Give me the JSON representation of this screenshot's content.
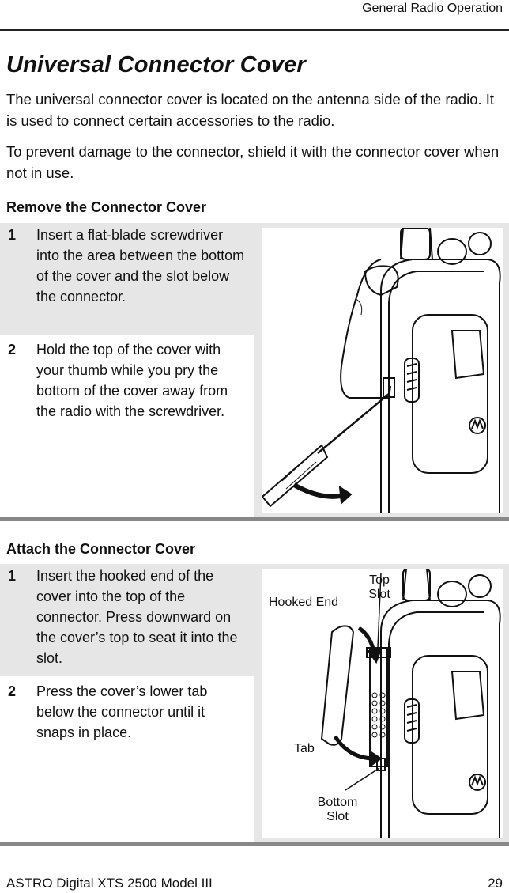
{
  "header": {
    "section_title": "General Radio Operation"
  },
  "page": {
    "heading": "Universal Connector Cover",
    "intro_paragraphs": [
      "The universal connector cover is located on the antenna side of the radio. It is used to connect certain accessories to the radio.",
      "To prevent damage to the connector, shield it with the connector cover when not in use."
    ]
  },
  "remove": {
    "heading": "Remove the Connector Cover",
    "steps": [
      {
        "num": "1",
        "text": "Insert a flat-blade screwdriver into the area between the bottom of the cover and the slot below the connector."
      },
      {
        "num": "2",
        "text": "Hold the top of the cover with your thumb while you  pry the bottom of the cover away from the radio with the screwdriver."
      }
    ]
  },
  "attach": {
    "heading": "Attach the Connector Cover",
    "steps": [
      {
        "num": "1",
        "text": "Insert the hooked end of the cover into the top of the connector. Press downward on the cover’s top to seat it into the slot."
      },
      {
        "num": "2",
        "text": "Press the cover’s lower tab below the connector until it snaps in place."
      }
    ],
    "callouts": {
      "hooked_end": "Hooked End",
      "top_slot_line1": "Top",
      "top_slot_line2": "Slot",
      "tab": "Tab",
      "bottom_slot_line1": "Bottom",
      "bottom_slot_line2": "Slot"
    }
  },
  "footer": {
    "product": "ASTRO Digital XTS 2500  Model III",
    "page_number": "29"
  }
}
